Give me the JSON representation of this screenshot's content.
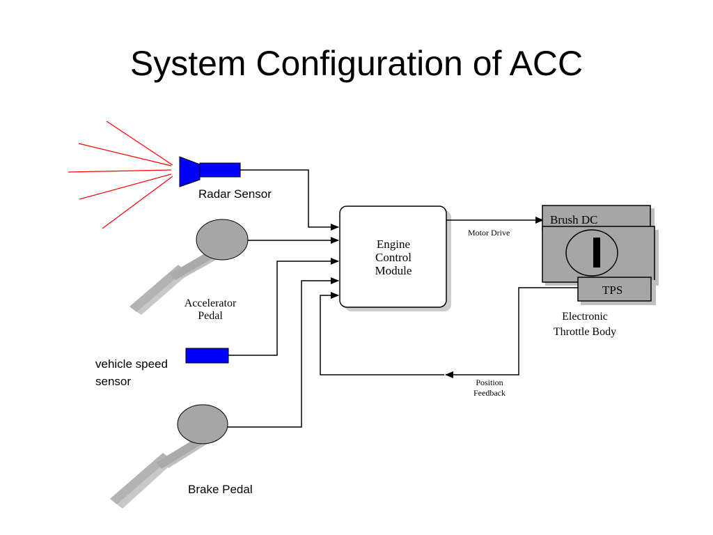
{
  "slide": {
    "title": "System Configuration of ACC"
  },
  "labels": {
    "radar_sensor": "Radar Sensor",
    "accelerator_pedal_line1": "Accelerator",
    "accelerator_pedal_line2": "Pedal",
    "vehicle_speed_sensor_line1": "vehicle speed",
    "vehicle_speed_sensor_line2": "sensor",
    "brake_pedal": "Brake Pedal",
    "ecm_line1": "Engine",
    "ecm_line2": "Control",
    "ecm_line3": "Module",
    "motor_drive": "Motor Drive",
    "brush_dc": "Brush DC",
    "tps": "TPS",
    "throttle_body_line1": "Electronic",
    "throttle_body_line2": "Throttle Body",
    "position_feedback_line1": "Position",
    "position_feedback_line2": "Feedback"
  },
  "colors": {
    "sensor_blue": "#0000ff",
    "radar_beam": "#ff0000",
    "pedal_gray": "#b3b3b3",
    "throttle_gray": "#a6a6a6"
  }
}
